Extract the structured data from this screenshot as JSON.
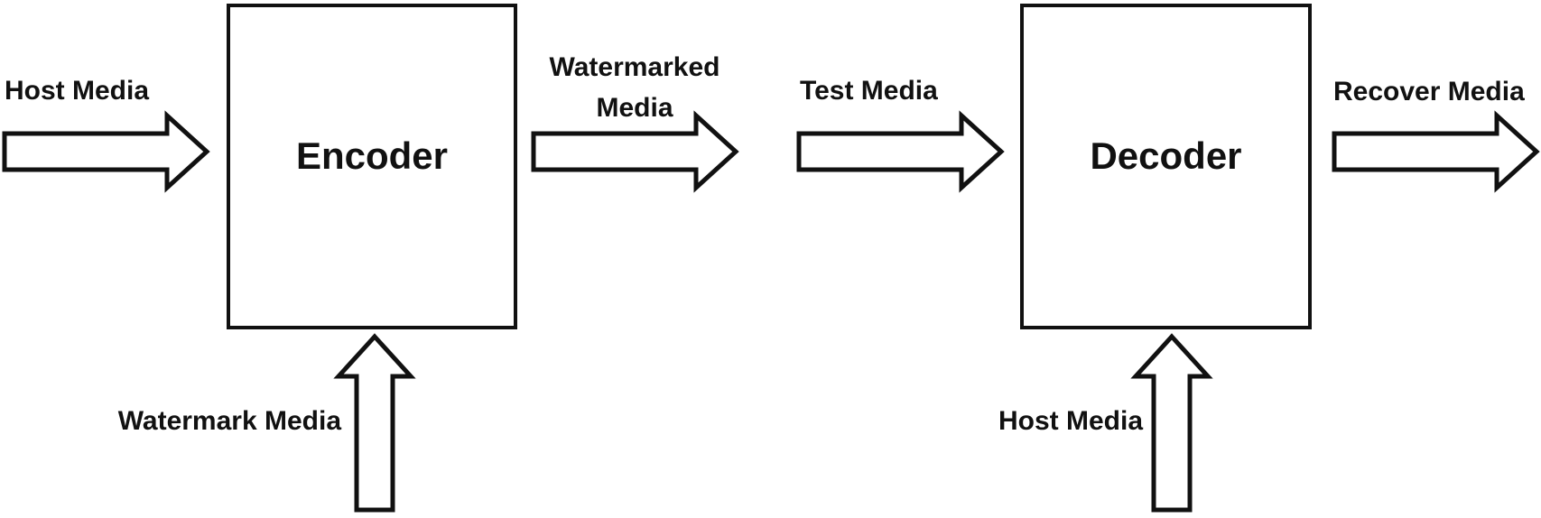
{
  "diagram": {
    "background_color": "#ffffff",
    "line_color": "#111111",
    "blocks": [
      {
        "id": "encoder",
        "label": "Encoder"
      },
      {
        "id": "decoder",
        "label": "Decoder"
      }
    ],
    "flows": {
      "host_media_input": "Host Media",
      "watermarked_media": [
        "Watermarked",
        "Media"
      ],
      "test_media": "Test Media",
      "recover_media": "Recover Media",
      "watermark_media_input": "Watermark Media",
      "host_media_key_input": "Host Media"
    },
    "icons": {
      "right_arrow": "block-arrow-right",
      "up_arrow": "block-arrow-up"
    }
  }
}
